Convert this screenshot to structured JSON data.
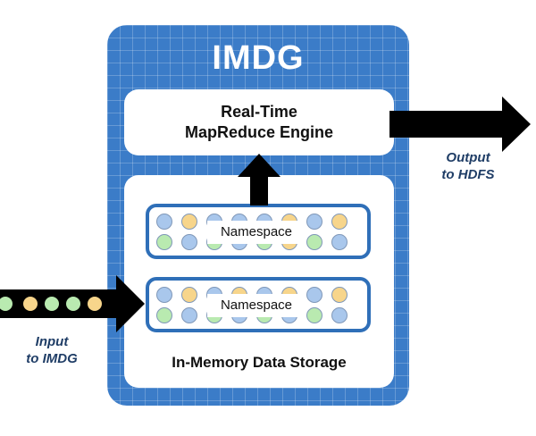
{
  "title": "IMDG",
  "engine": {
    "line1": "Real-Time",
    "line2": "MapReduce Engine"
  },
  "storage": {
    "label": "In-Memory Data Storage"
  },
  "namespaces": [
    "Namespace",
    "Namespace"
  ],
  "input": {
    "line1": "Input",
    "line2": "to IMDG"
  },
  "output": {
    "line1": "Output",
    "line2": "to HDFS"
  },
  "colors": {
    "panel_blue": "#3b7cc8",
    "namespace_border": "#2f6fb8",
    "arrow": "#000000",
    "label_text": "#1f3d66",
    "dot_blue": "#a9c7ec",
    "dot_yellow": "#f7d58b",
    "dot_green": "#b9eab0"
  }
}
